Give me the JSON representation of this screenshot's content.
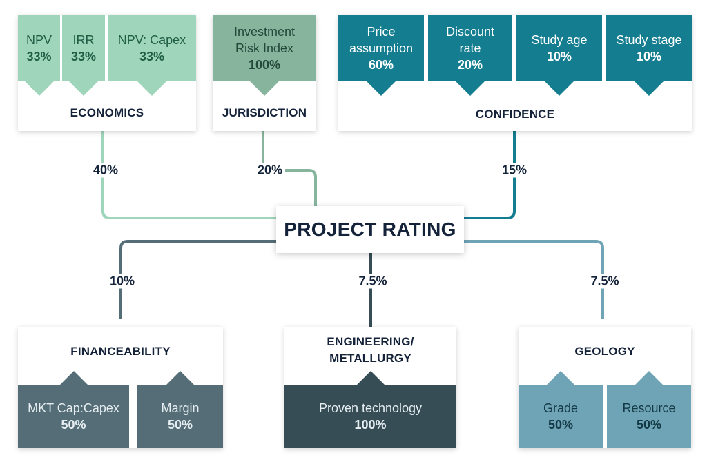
{
  "center": {
    "label": "PROJECT RATING"
  },
  "groups": {
    "economics": {
      "label": "ECONOMICS",
      "weight": "40%",
      "items": [
        {
          "name": "NPV",
          "pct": "33%"
        },
        {
          "name": "IRR",
          "pct": "33%"
        },
        {
          "name": "NPV: Capex",
          "pct": "33%"
        }
      ]
    },
    "jurisdiction": {
      "label": "JURISDICTION",
      "weight": "20%",
      "items": [
        {
          "name": "Investment Risk Index",
          "pct": "100%"
        }
      ]
    },
    "confidence": {
      "label": "CONFIDENCE",
      "weight": "15%",
      "items": [
        {
          "name": "Price assumption",
          "pct": "60%"
        },
        {
          "name": "Discount rate",
          "pct": "20%"
        },
        {
          "name": "Study age",
          "pct": "10%"
        },
        {
          "name": "Study stage",
          "pct": "10%"
        }
      ]
    },
    "financeability": {
      "label": "FINANCEABILITY",
      "weight": "10%",
      "items": [
        {
          "name": "MKT Cap:Capex",
          "pct": "50%"
        },
        {
          "name": "Margin",
          "pct": "50%"
        }
      ]
    },
    "engineering": {
      "label": "ENGINEERING/ METALLURGY",
      "weight": "7.5%",
      "items": [
        {
          "name": "Proven technology",
          "pct": "100%"
        }
      ]
    },
    "geology": {
      "label": "GEOLOGY",
      "weight": "7.5%",
      "items": [
        {
          "name": "Grade",
          "pct": "50%"
        },
        {
          "name": "Resource",
          "pct": "50%"
        }
      ]
    }
  },
  "colors": {
    "economics": "#9fd6bb",
    "jurisdiction": "#86b49d",
    "confidence": "#147d90",
    "financeability": "#546d77",
    "engineering": "#364d55",
    "geology": "#6fa4b6",
    "text_dark": "#14233a"
  }
}
